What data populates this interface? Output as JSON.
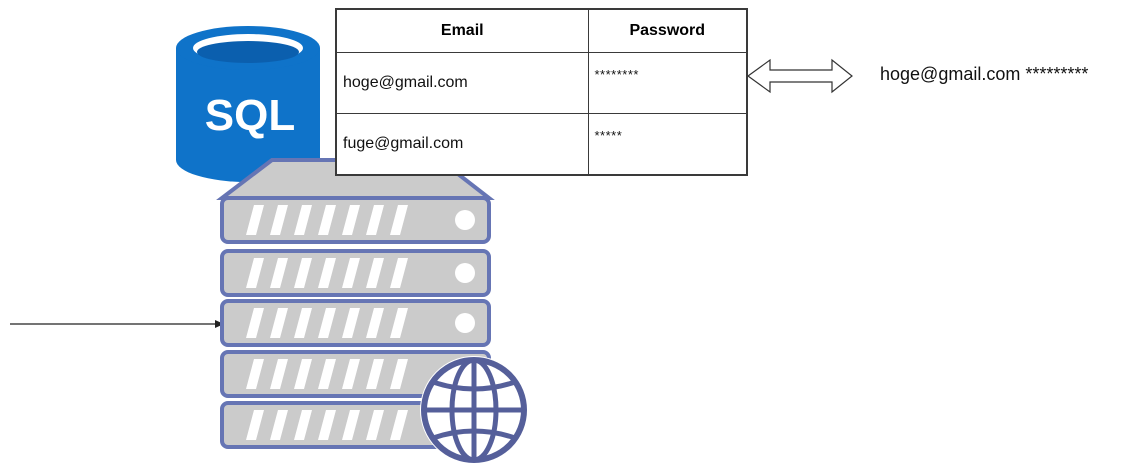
{
  "sql_badge": {
    "label": "SQL",
    "color": "#0f73c9",
    "top_color": "#0b5fae"
  },
  "table": {
    "headers": [
      "Email",
      "Password"
    ],
    "rows": [
      {
        "email": "hoge@gmail.com",
        "password": "********"
      },
      {
        "email": "fuge@gmail.com",
        "password": "*****"
      }
    ]
  },
  "extracted": {
    "email": "hoge@gmail.com",
    "password": "*********"
  },
  "icons": [
    "sql-database-icon",
    "server-rack-icon",
    "globe-icon",
    "double-arrow-icon",
    "incoming-arrow-icon"
  ],
  "colors": {
    "server_fill": "#cbcbcb",
    "server_stroke": "#6675b4",
    "server_dark": "#555f9a",
    "line": "#222222"
  }
}
